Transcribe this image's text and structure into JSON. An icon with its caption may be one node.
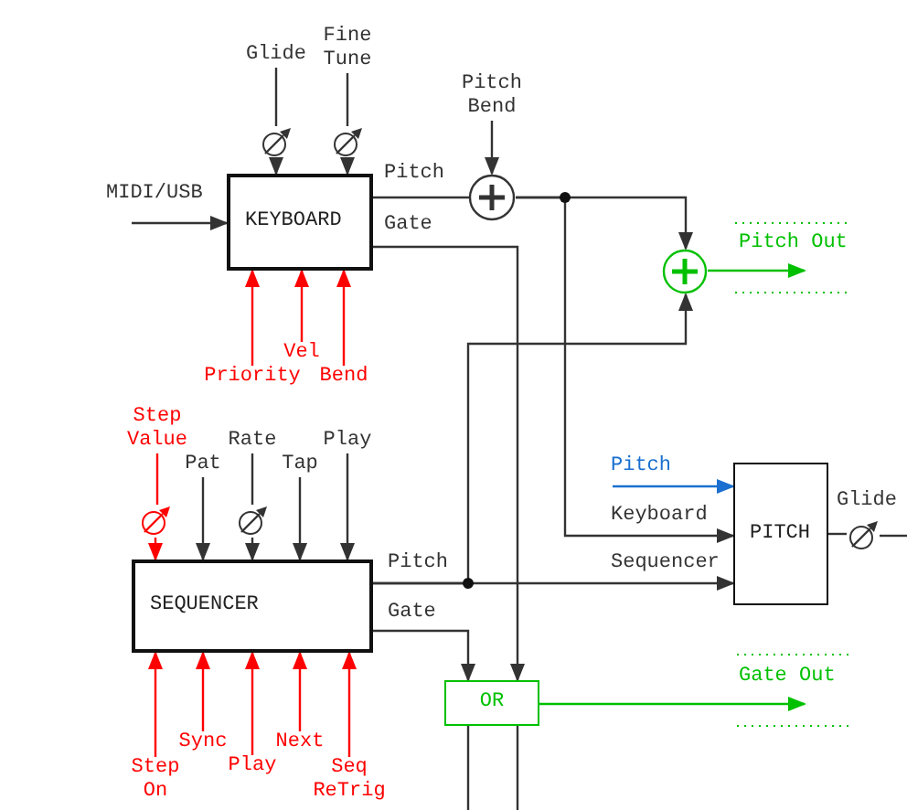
{
  "diagram": {
    "nodes": [
      {
        "text": [
          "KEYBOARD"
        ]
      },
      {
        "text": [
          "Glide"
        ]
      },
      {
        "text": [],
        "shape": "knob"
      },
      {
        "text": [
          "Fine Tune"
        ]
      },
      {
        "text": [],
        "shape": "knob"
      },
      {
        "text": [
          "Priority"
        ]
      },
      {
        "text": [
          "Vel"
        ]
      },
      {
        "text": [
          "Bend"
        ]
      },
      {
        "text": [
          "Pitch Bend"
        ]
      },
      {
        "text": [],
        "shape": "circle"
      },
      {
        "text": [],
        "shape": "circle"
      },
      {
        "text": [
          "SEQUENCER"
        ]
      },
      {
        "text": [
          "Step Value"
        ]
      },
      {
        "text": [],
        "shape": "knob"
      },
      {
        "text": [
          "Pat"
        ]
      },
      {
        "text": [
          "Rate"
        ]
      },
      {
        "text": [],
        "shape": "knob"
      },
      {
        "text": [
          "Tap"
        ]
      },
      {
        "text": [
          "Play"
        ]
      },
      {
        "text": [
          "Step On"
        ]
      },
      {
        "text": [
          "Sync"
        ]
      },
      {
        "text": [
          "Play"
        ]
      },
      {
        "text": [
          "Next"
        ]
      },
      {
        "text": [
          "Seq ReTrig"
        ]
      },
      {
        "text": [
          "PITCH"
        ]
      },
      {
        "text": [
          "Glide"
        ]
      },
      {
        "text": [],
        "shape": "knob"
      },
      {
        "text": [
          "OR"
        ]
      }
    ],
    "edges": [
      {
        "from": null,
        "to": 0,
        "arrow": "to",
        "label": "MIDI/USB"
      },
      {
        "from": 1,
        "to": 2,
        "arrow": "none"
      },
      {
        "from": 2,
        "to": 0,
        "arrow": "to"
      },
      {
        "from": 3,
        "to": 4,
        "arrow": "none"
      },
      {
        "from": 4,
        "to": 0,
        "arrow": "to"
      },
      {
        "from": 5,
        "to": 0,
        "arrow": "to",
        "color": "#ff0000"
      },
      {
        "from": 6,
        "to": 0,
        "arrow": "to",
        "color": "#ff0000"
      },
      {
        "from": 7,
        "to": 0,
        "arrow": "to",
        "color": "#ff0000"
      },
      {
        "from": 0,
        "to": 9,
        "arrow": "none",
        "label": "Pitch"
      },
      {
        "from": 8,
        "to": 9,
        "arrow": "to"
      },
      {
        "from": 9,
        "to": 10,
        "arrow": "to"
      },
      {
        "from": 9,
        "to": 24,
        "arrow": "to",
        "label": "Keyboard"
      },
      {
        "from": 0,
        "to": 27,
        "arrow": "to",
        "label": "Gate"
      },
      {
        "from": 10,
        "to": null,
        "arrow": "to",
        "label": "Pitch Out",
        "color": "#00c000"
      },
      {
        "from": 12,
        "to": 13,
        "arrow": "none",
        "color": "#ff0000"
      },
      {
        "from": 13,
        "to": 11,
        "arrow": "to",
        "color": "#ff0000"
      },
      {
        "from": 14,
        "to": 11,
        "arrow": "to"
      },
      {
        "from": 15,
        "to": 16,
        "arrow": "none"
      },
      {
        "from": 16,
        "to": 11,
        "arrow": "to"
      },
      {
        "from": 17,
        "to": 11,
        "arrow": "to"
      },
      {
        "from": 18,
        "to": 11,
        "arrow": "to"
      },
      {
        "from": 19,
        "to": 11,
        "arrow": "to",
        "color": "#ff0000"
      },
      {
        "from": 20,
        "to": 11,
        "arrow": "to",
        "color": "#ff0000"
      },
      {
        "from": 21,
        "to": 11,
        "arrow": "to",
        "color": "#ff0000"
      },
      {
        "from": 22,
        "to": 11,
        "arrow": "to",
        "color": "#ff0000"
      },
      {
        "from": 23,
        "to": 11,
        "arrow": "to",
        "color": "#ff0000"
      },
      {
        "from": 11,
        "to": 24,
        "arrow": "to",
        "label": "Sequencer"
      },
      {
        "from": 11,
        "to": 10,
        "arrow": "to",
        "label": "Pitch"
      },
      {
        "from": 11,
        "to": 27,
        "arrow": "to",
        "label": "Gate"
      },
      {
        "from": null,
        "to": 24,
        "arrow": "to",
        "label": "Pitch",
        "color": "#1a6fd0"
      },
      {
        "from": 24,
        "to": 26,
        "arrow": "none"
      },
      {
        "from": 26,
        "to": null,
        "arrow": "none"
      },
      {
        "from": 27,
        "to": null,
        "arrow": "none"
      },
      {
        "from": 27,
        "to": null,
        "arrow": "none"
      },
      {
        "from": 27,
        "to": null,
        "arrow": "to",
        "label": "Gate Out",
        "color": "#00c000"
      }
    ]
  }
}
